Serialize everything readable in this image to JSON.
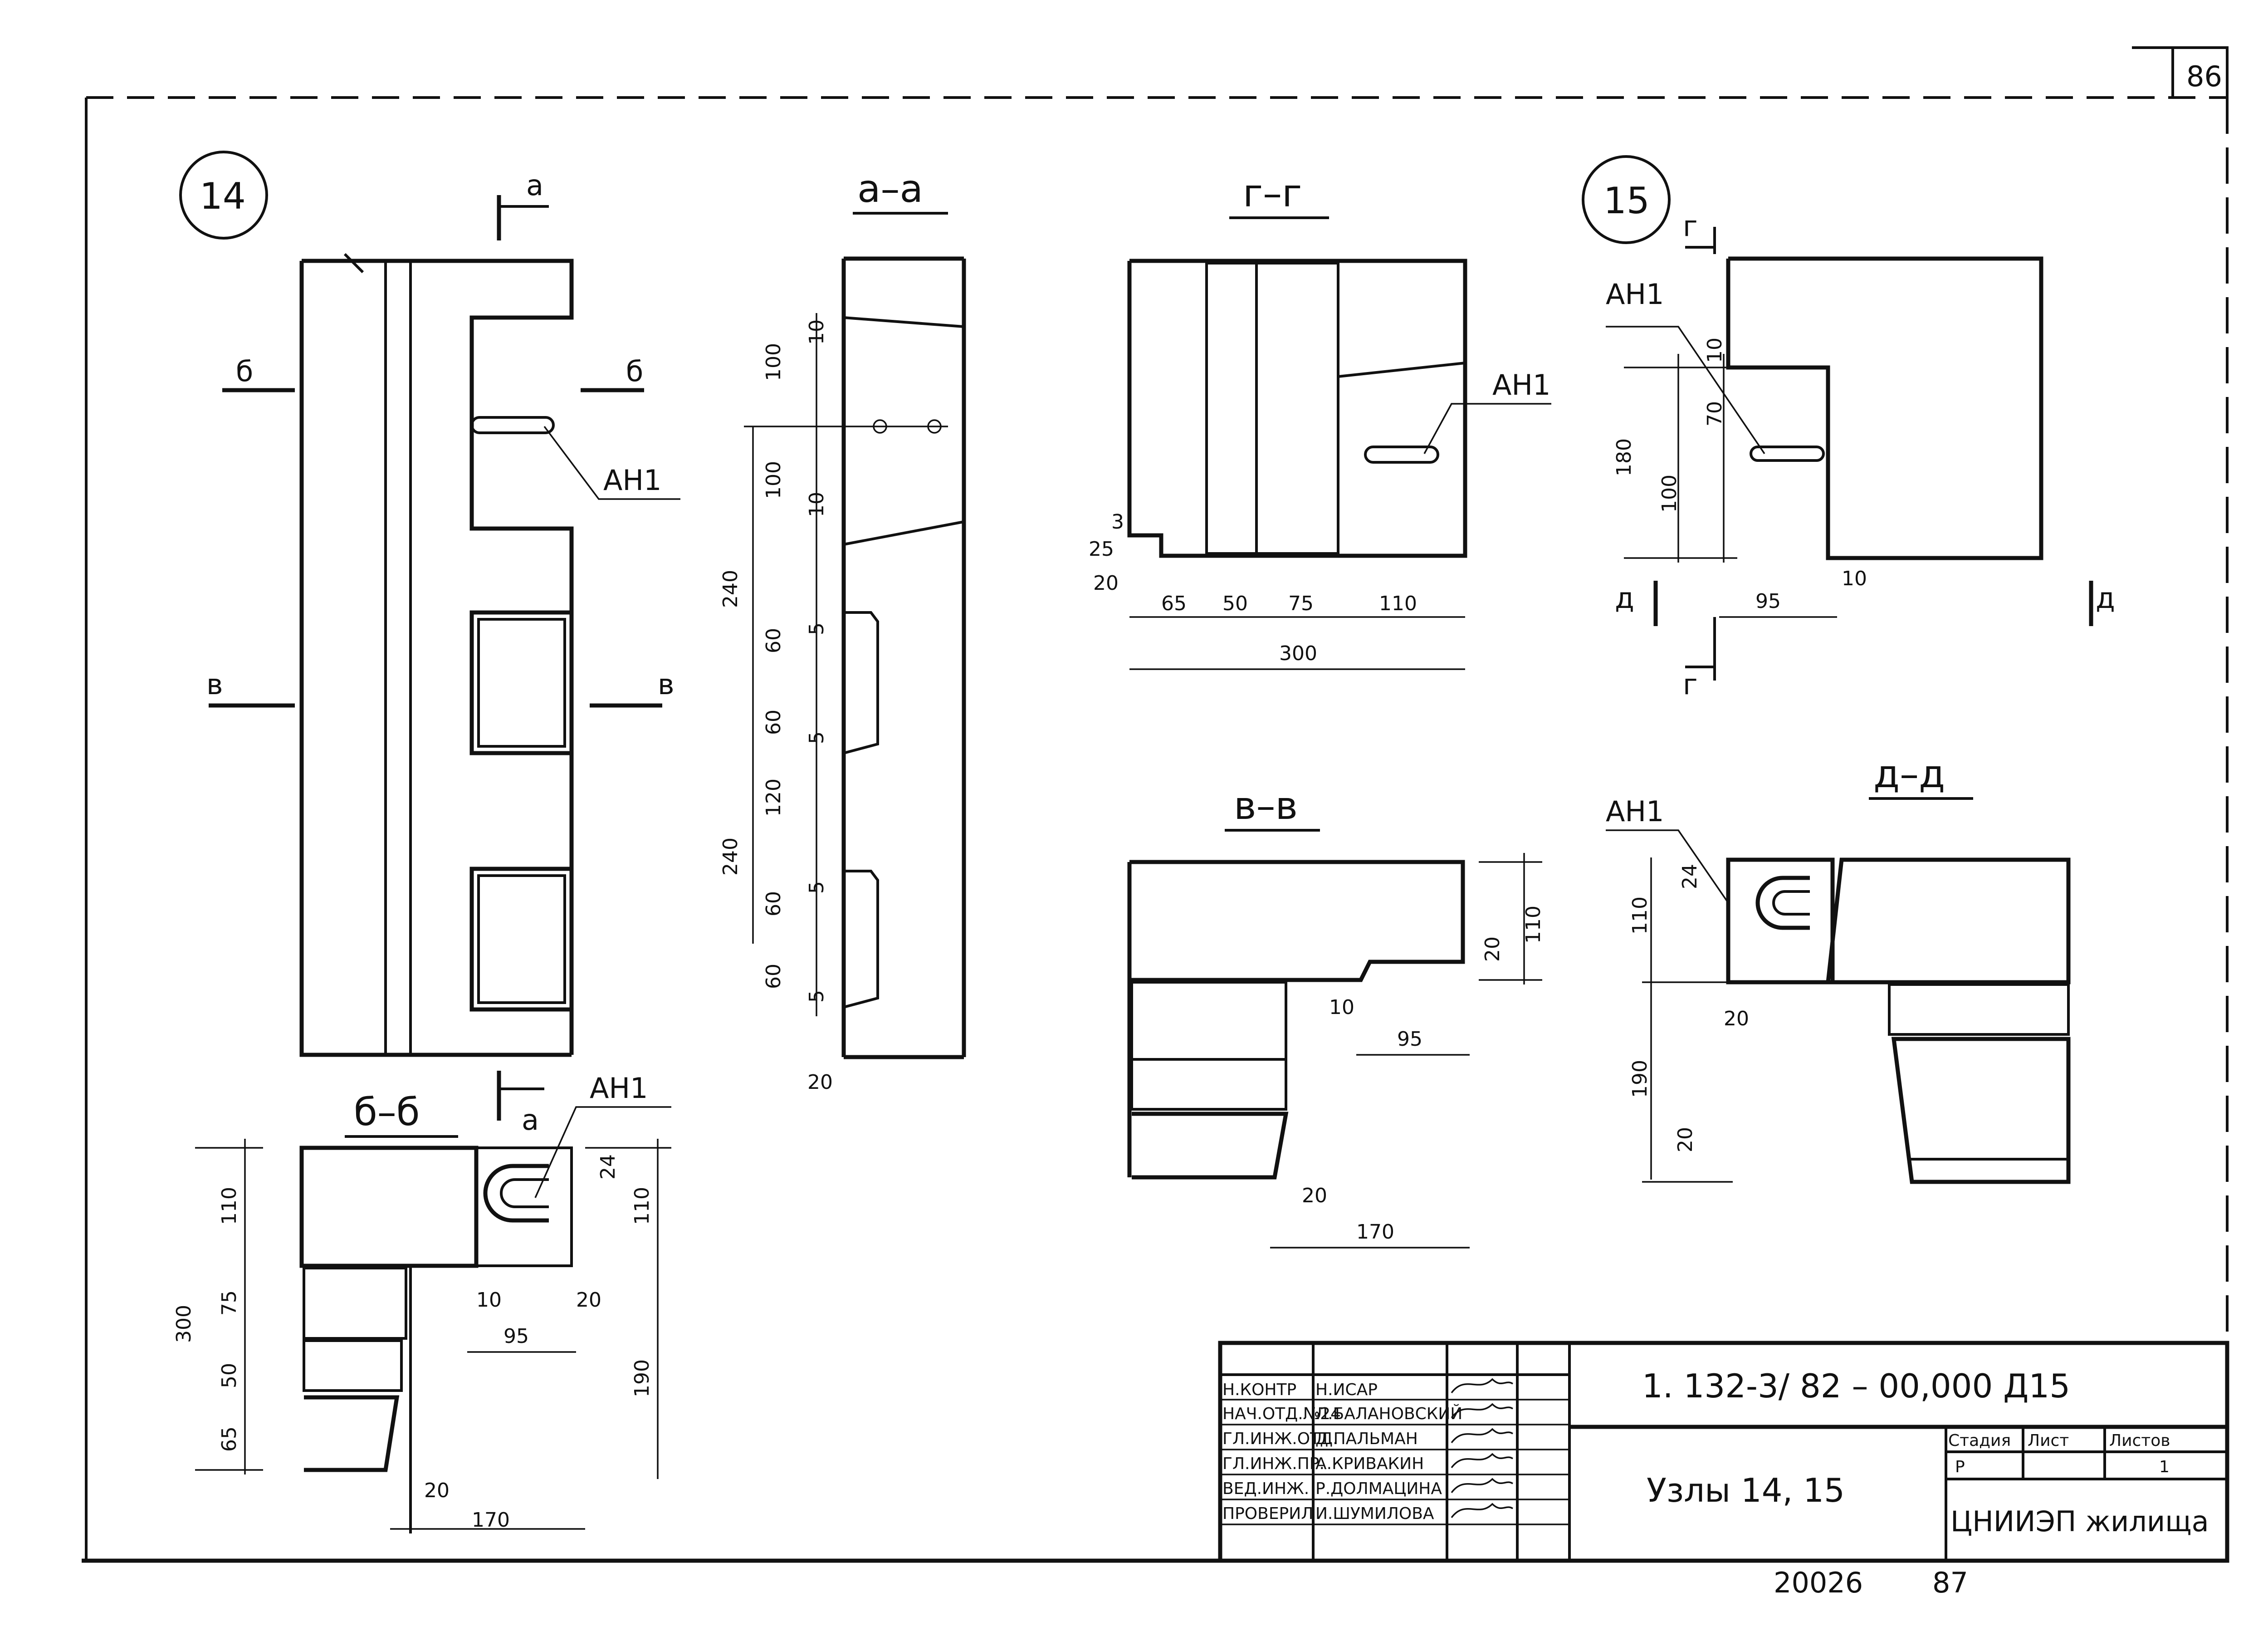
{
  "sheet": {
    "page_number": "86",
    "bottom_numbers": [
      "20026",
      "87"
    ]
  },
  "nodes": {
    "node14": "14",
    "node15": "15"
  },
  "sections": {
    "a": "а–а",
    "b": "б–б",
    "v": "в–в",
    "g": "г–г",
    "d": "д–д"
  },
  "markers": {
    "a": "а",
    "b": "б",
    "v": "в",
    "g": "г",
    "d": "д"
  },
  "anchor_label": "АН1",
  "dimensions": {
    "aa": [
      "100",
      "10",
      "240",
      "100",
      "10",
      "60",
      "5",
      "60",
      "5",
      "240",
      "120",
      "5",
      "60",
      "60",
      "5",
      "20"
    ],
    "gg": [
      "25",
      "3",
      "20",
      "65",
      "50",
      "75",
      "110",
      "300"
    ],
    "n15": [
      "10",
      "70",
      "180",
      "100",
      "95",
      "10"
    ],
    "vv": [
      "110",
      "20",
      "10",
      "95",
      "20",
      "170"
    ],
    "dd": [
      "24",
      "110",
      "20",
      "190",
      "20"
    ],
    "bb": [
      "110",
      "24",
      "110",
      "75",
      "300",
      "10",
      "20",
      "95",
      "50",
      "190",
      "65",
      "20",
      "170"
    ]
  },
  "title_block": {
    "document_code": "1. 132-3/ 82 – 00,000 Д15",
    "title": "Узлы 14, 15",
    "organization": "ЦНИИЭП жилища",
    "stage_header": "Стадия",
    "sheet_header": "Лист",
    "sheets_header": "Листов",
    "stage": "Р",
    "sheet": "",
    "sheets": "1",
    "rows": [
      {
        "role": "Н.КОНТР",
        "name": "Н.ИСАР"
      },
      {
        "role": "НАЧ.ОТД.№24",
        "name": "Л.БАЛАНОВСКИЙ"
      },
      {
        "role": "ГЛ.ИНЖ.ОТД.",
        "name": "Д.ПАЛЬМАН"
      },
      {
        "role": "ГЛ.ИНЖ.ПР.",
        "name": "А.КРИВАКИН"
      },
      {
        "role": "ВЕД.ИНЖ.",
        "name": "Р.ДОЛМАЦИНА"
      },
      {
        "role": "ПРОВЕРИЛ",
        "name": "И.ШУМИЛОВА"
      }
    ]
  }
}
